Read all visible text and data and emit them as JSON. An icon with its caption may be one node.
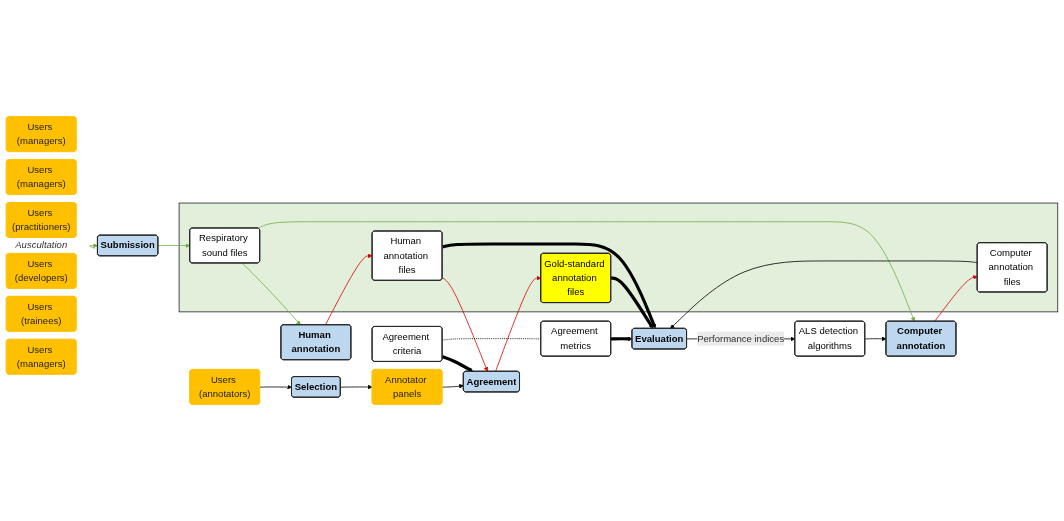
{
  "diagram": {
    "nodes": [
      {
        "text": [
          "Users (managers)"
        ]
      },
      {
        "text": [
          "Users (annotators)"
        ]
      },
      {
        "text": [
          "Selection"
        ]
      },
      {
        "text": [
          "Annotator panels"
        ]
      },
      {
        "text": [
          "Users (managers)"
        ]
      },
      {
        "text": [
          "Human annotation"
        ]
      },
      {
        "text": [
          "Agreement"
        ]
      },
      {
        "text": [
          "Agreement criteria"
        ]
      },
      {
        "text": [
          "Users (practitioners)"
        ]
      },
      {
        "text": [
          "Auscultation"
        ]
      },
      {
        "text": [
          "Submission"
        ]
      },
      {
        "text": [],
        "shape": "box"
      },
      {
        "text": [
          "Respiratory sound files"
        ],
        "in": 11
      },
      {
        "text": [
          "Human annotation files"
        ],
        "in": 11
      },
      {
        "text": [
          "Computer annotation files"
        ],
        "in": 11
      },
      {
        "text": [
          "Gold-standard annotation files"
        ],
        "in": 11
      },
      {
        "text": [
          "Computer annotation"
        ]
      },
      {
        "text": [
          "Users (developers)"
        ]
      },
      {
        "text": [
          "Evaluation"
        ]
      },
      {
        "text": [
          "Agreement metrics"
        ]
      },
      {
        "text": [
          "ALS detection algorithms"
        ]
      },
      {
        "text": [
          "Users (trainees)"
        ]
      },
      {
        "text": [
          "Users (managers)"
        ]
      }
    ],
    "edges": [
      {
        "from": 9,
        "to": 10,
        "arrow": "to",
        "color": "#70ad47"
      },
      {
        "from": 10,
        "to": 12,
        "arrow": "to",
        "color": "#70ad47"
      },
      {
        "from": 12,
        "to": 5,
        "arrow": "to",
        "color": "#70ad47"
      },
      {
        "from": 12,
        "to": 16,
        "arrow": "to",
        "color": "#70ad47"
      },
      {
        "from": 5,
        "to": 13,
        "arrow": "to",
        "color": "#e00000"
      },
      {
        "from": 13,
        "to": 6,
        "arrow": "to",
        "color": "#e00000"
      },
      {
        "from": 6,
        "to": 15,
        "arrow": "to",
        "color": "#e00000"
      },
      {
        "from": 16,
        "to": 14,
        "arrow": "to",
        "color": "#e00000"
      },
      {
        "from": 1,
        "to": 2,
        "arrow": "to"
      },
      {
        "from": 2,
        "to": 3,
        "arrow": "to"
      },
      {
        "from": 3,
        "to": 6,
        "arrow": "to"
      },
      {
        "from": 7,
        "to": 6,
        "arrow": "to",
        "style": "thick"
      },
      {
        "from": 7,
        "to": 19,
        "arrow": "none",
        "style": "dashed"
      },
      {
        "from": 19,
        "to": 18,
        "arrow": "to",
        "style": "thick"
      },
      {
        "from": 13,
        "to": 18,
        "arrow": "to",
        "style": "thick"
      },
      {
        "from": 14,
        "to": 18,
        "arrow": "to"
      },
      {
        "from": 15,
        "to": 18,
        "arrow": "to",
        "style": "thick"
      },
      {
        "from": 18,
        "to": 20,
        "arrow": "to",
        "label": "Performance indices"
      },
      {
        "from": 20,
        "to": 16,
        "arrow": "to"
      }
    ]
  }
}
